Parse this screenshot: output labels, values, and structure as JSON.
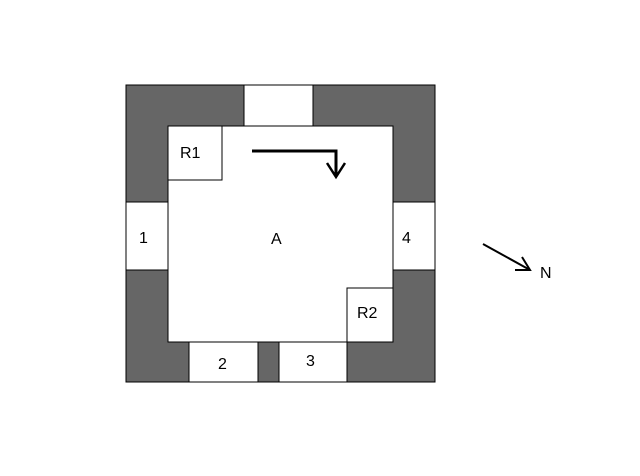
{
  "diagram": {
    "wall_color": "#666666",
    "floor_color": "#ffffff",
    "line_color": "#000000",
    "room_label": "A",
    "rooms": [
      {
        "id": "r1",
        "label": "R1"
      },
      {
        "id": "r2",
        "label": "R2"
      }
    ],
    "openings": [
      {
        "id": "opening-1",
        "label": "1"
      },
      {
        "id": "opening-2",
        "label": "2"
      },
      {
        "id": "opening-3",
        "label": "3"
      },
      {
        "id": "opening-4",
        "label": "4"
      },
      {
        "id": "opening-top",
        "label": ""
      }
    ],
    "compass_label": "N"
  }
}
